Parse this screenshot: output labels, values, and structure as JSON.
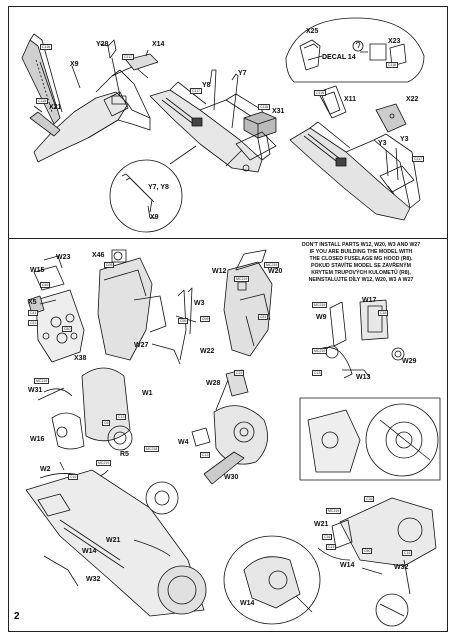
{
  "page_number": "2",
  "notice": {
    "lines": [
      "DON'T INSTALL PARTS W12, W20, W3 AND W27",
      "IF YOU ARE BUILDING THE MODEL WITH",
      "THE CLOSED FUSELAGE MG HOOD (R8).",
      "POKUD STAVÍTE MODEL SE ZAVŘENÝM",
      "KRYTEM TRUPOVÝCH KULOMETŮ (R8),",
      "NEINSTALUJTE DÍLY W12, W20, W3 A W27"
    ]
  },
  "decal_label": "DECAL 14",
  "top_panel": {
    "labels": [
      "Y28",
      "X14",
      "X9",
      "X21",
      "Y8",
      "Y7",
      "X31",
      "X25",
      "X23",
      "X22",
      "X11",
      "Y3",
      "Y3",
      "Y7, Y8",
      "X9"
    ],
    "refs": [
      "C116",
      "C117",
      "C115",
      "C117",
      "C116",
      "C115",
      "C116",
      "C117"
    ]
  },
  "bottom_panel": {
    "labels": [
      "W23",
      "X46",
      "W12",
      "W20",
      "W15",
      "X5",
      "W3",
      "W27",
      "W22",
      "X38",
      "W9",
      "W17",
      "W13",
      "W29",
      "W31",
      "W1",
      "W28",
      "W16",
      "R5",
      "W4",
      "W2",
      "W30",
      "W21",
      "W14",
      "W32",
      "W14",
      "W21",
      "W14",
      "W32"
    ],
    "refs": [
      "C46",
      "C95",
      "MC219",
      "MC219",
      "C41",
      "C41",
      "C80",
      "C95",
      "C95",
      "C81",
      "MC219",
      "C18",
      "MC219",
      "C13",
      "MC219",
      "C13",
      "C15",
      "C6",
      "MC218",
      "MC219",
      "C16",
      "C13",
      "MC219",
      "C16",
      "C16",
      "C15",
      "C50",
      "C16"
    ]
  }
}
